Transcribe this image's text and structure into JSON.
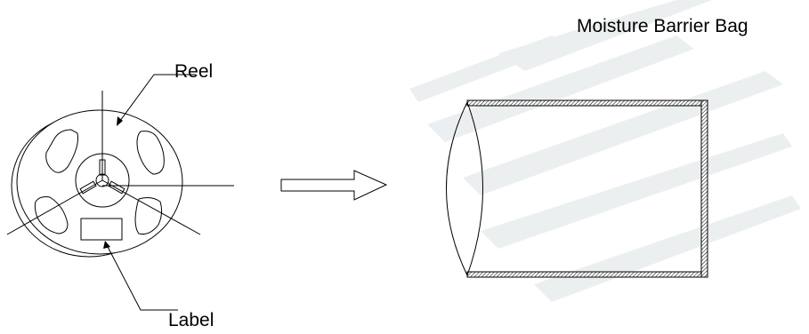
{
  "diagram": {
    "labels": {
      "reel": "Reel",
      "label": "Label",
      "bag": "Moisture Barrier Bag"
    },
    "colors": {
      "line": "#000000",
      "background": "#ffffff",
      "watermark": "#e6eaec"
    }
  }
}
